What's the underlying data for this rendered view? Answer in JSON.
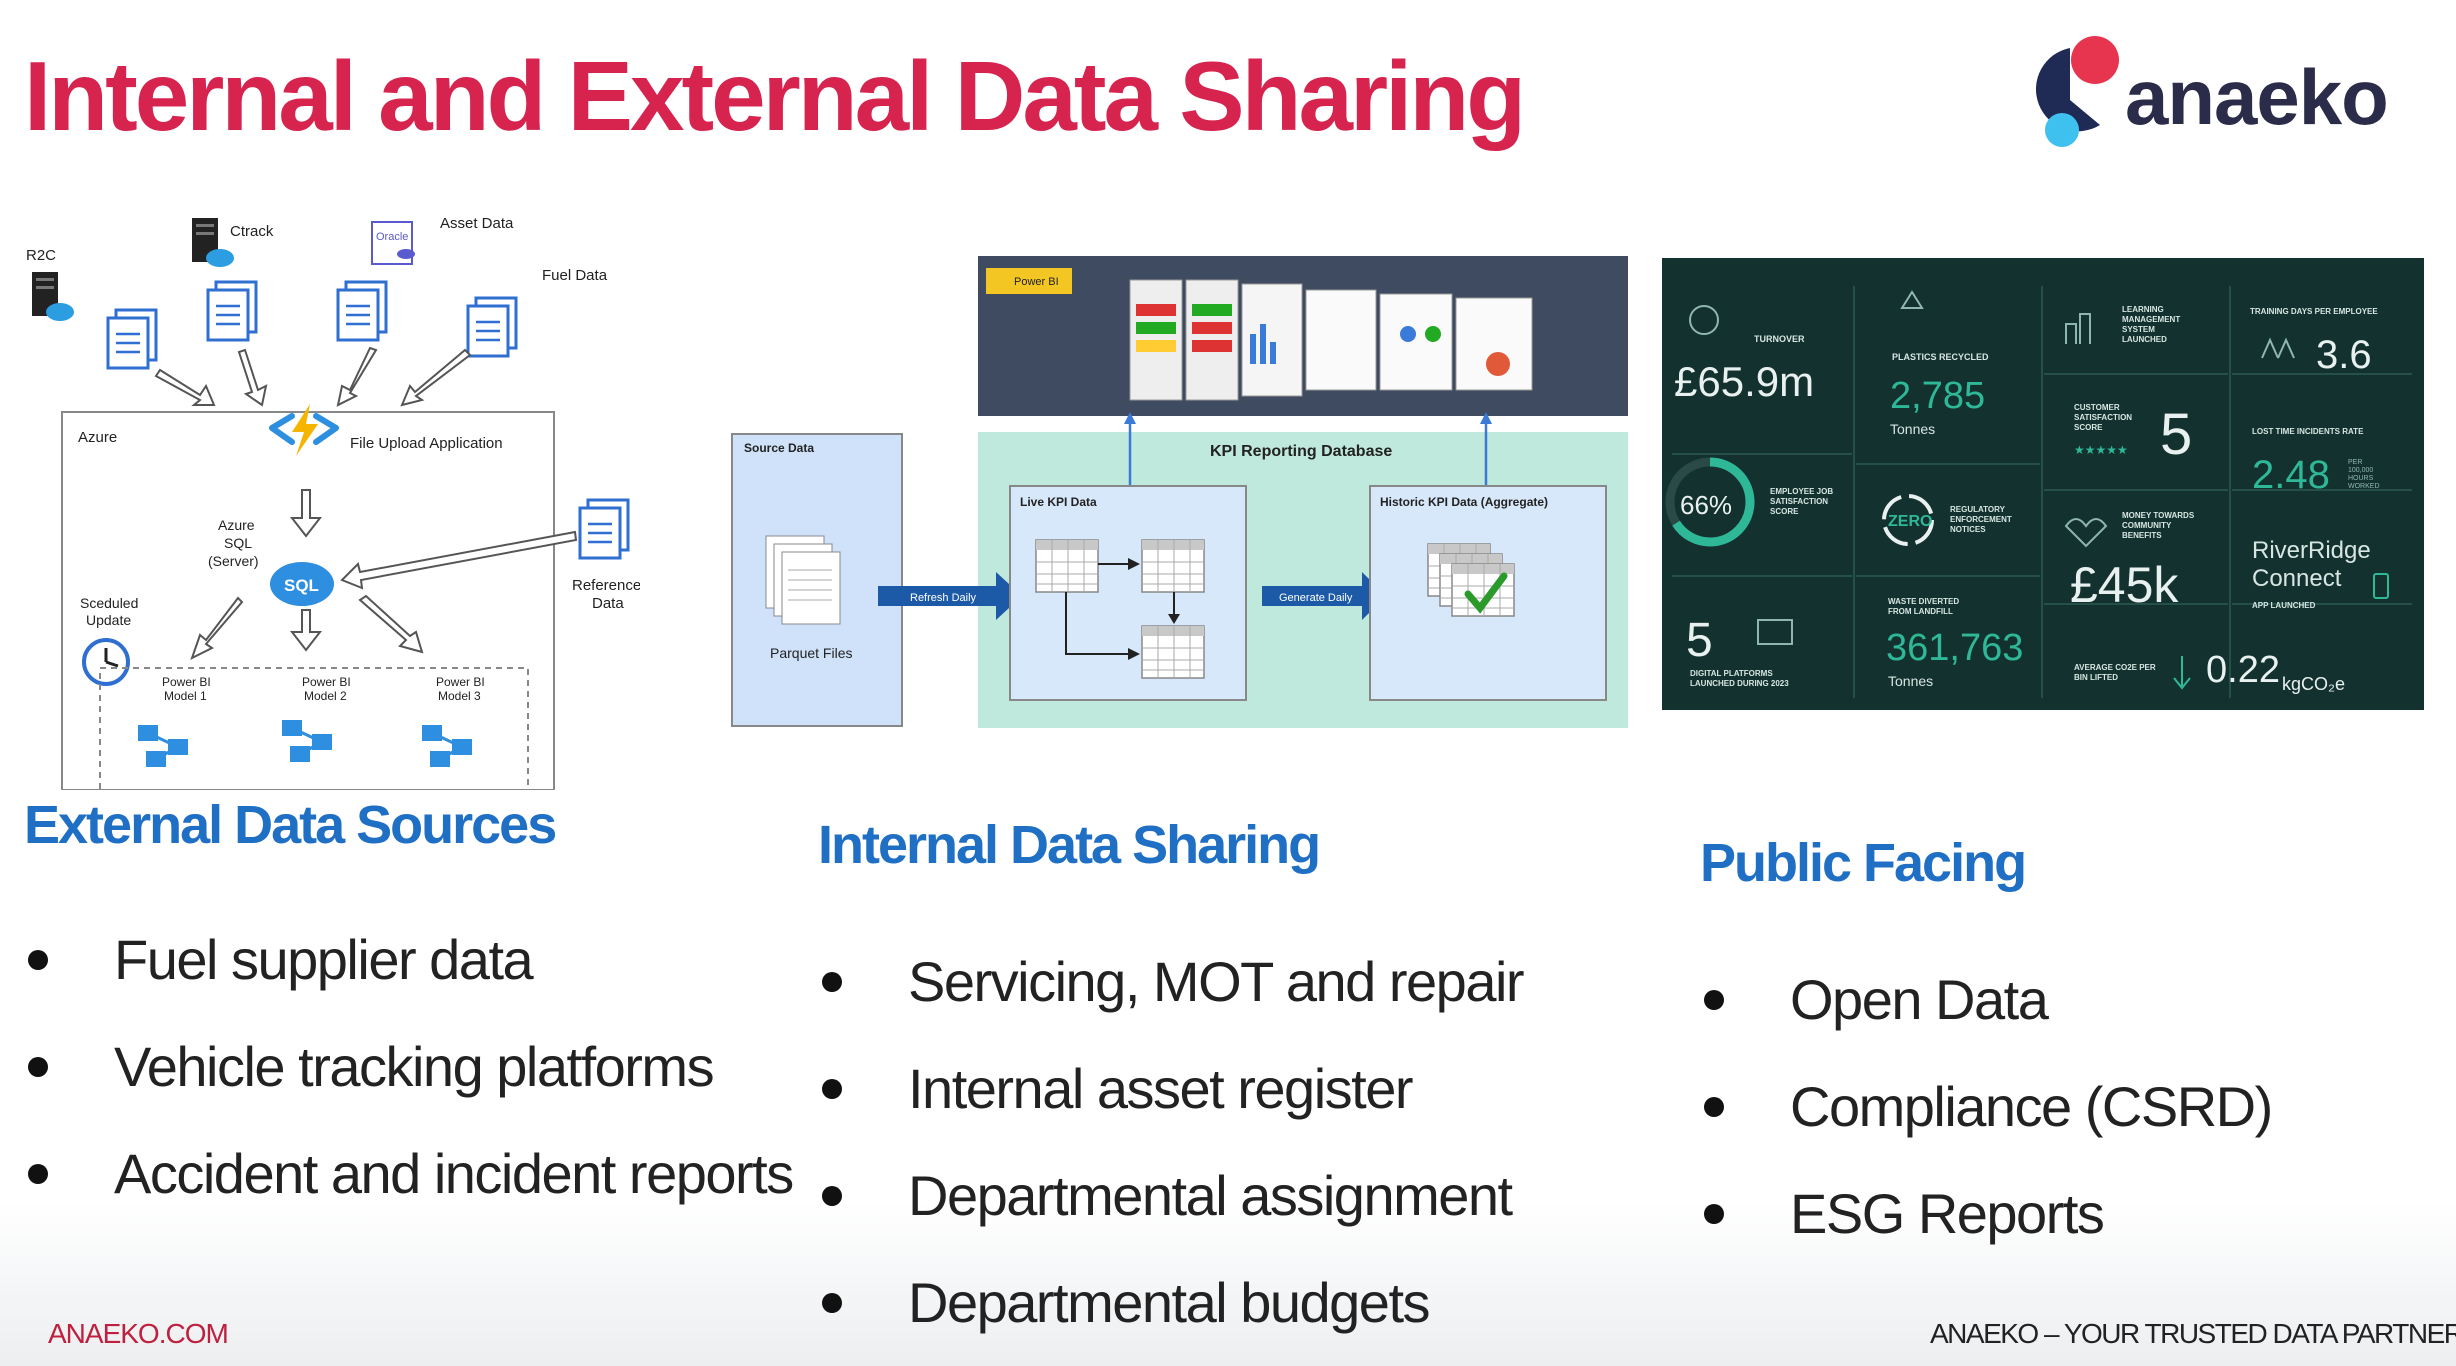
{
  "title": "Internal and External Data Sharing",
  "logo": {
    "text": "anaeko",
    "colors": {
      "red": "#e8354f",
      "navy": "#1f2a55",
      "cyan": "#3fc1f0"
    }
  },
  "diagram_left": {
    "sources": [
      "R2C",
      "Ctrack",
      "Asset Data",
      "Fuel Data"
    ],
    "oracle_label": "Oracle",
    "container_label": "Azure",
    "file_upload": "File Upload Application",
    "sql_lines": [
      "Azure",
      "SQL",
      "(Server)"
    ],
    "sql_badge": "SQL",
    "scheduled_lines": [
      "Sceduled",
      "Update"
    ],
    "reference_lines": [
      "Reference",
      "Data"
    ],
    "models": [
      [
        "Power BI",
        "Model 1"
      ],
      [
        "Power BI",
        "Model 2"
      ],
      [
        "Power BI",
        "Model 3"
      ]
    ]
  },
  "diagram_mid": {
    "powerbi_badge": "Power BI",
    "kpi_db": "KPI Reporting Database",
    "source_data": "Source Data",
    "parquet": "Parquet Files",
    "refresh": "Refresh Daily",
    "live": "Live KPI Data",
    "generate": "Generate Daily",
    "historic": "Historic KPI Data (Aggregate)"
  },
  "dashboard": {
    "turnover_label": "TURNOVER",
    "turnover_value": "£65.9m",
    "plastics_label": "PLASTICS RECYCLED",
    "plastics_value": "2,785",
    "plastics_unit": "Tonnes",
    "lms_label": [
      "LEARNING",
      "MANAGEMENT",
      "SYSTEM",
      "LAUNCHED"
    ],
    "training_label": "TRAINING DAYS PER EMPLOYEE",
    "training_value": "3.6",
    "csat_label": [
      "CUSTOMER",
      "SATISFACTION",
      "SCORE"
    ],
    "csat_value": "5",
    "lost_time_label": "LOST TIME INCIDENTS RATE",
    "lost_time_value": "2.48",
    "lost_time_unit": [
      "PER",
      "100,000",
      "HOURS",
      "WORKED"
    ],
    "job_sat_value": "66%",
    "job_sat_percent": 66,
    "job_sat_label": [
      "EMPLOYEE JOB",
      "SATISFACTION",
      "SCORE"
    ],
    "zero_label": [
      "REGULATORY",
      "ENFORCEMENT",
      "NOTICES"
    ],
    "zero_value": "ZERO",
    "community_label": [
      "MONEY TOWARDS",
      "COMMUNITY",
      "BENEFITS"
    ],
    "community_value": "£45k",
    "riverridge": [
      "RiverRidge",
      "Connect"
    ],
    "riverridge_label": "APP LAUNCHED",
    "digital_value": "5",
    "digital_label": [
      "DIGITAL PLATFORMS",
      "LAUNCHED DURING 2023"
    ],
    "waste_label": [
      "WASTE DIVERTED",
      "FROM LANDFILL"
    ],
    "waste_value": "361,763",
    "waste_unit": "Tonnes",
    "co2_label": [
      "AVERAGE CO2E PER",
      "BIN LIFTED"
    ],
    "co2_value": "0.22",
    "co2_unit": "kgCO₂e",
    "colors": {
      "bg": "#13322f",
      "accent": "#2fb898"
    }
  },
  "sections": {
    "external": {
      "heading": "External Data Sources",
      "items": [
        "Fuel supplier data",
        "Vehicle tracking platforms",
        "Accident and incident reports"
      ]
    },
    "internal": {
      "heading": "Internal Data Sharing",
      "items": [
        "Servicing, MOT and repair",
        "Internal asset register",
        "Departmental assignment",
        "Departmental budgets"
      ]
    },
    "public": {
      "heading": "Public Facing",
      "items": [
        "Open Data",
        "Compliance (CSRD)",
        "ESG Reports"
      ]
    }
  },
  "footer": {
    "left": "ANAEKO.COM",
    "right": "ANAEKO – YOUR TRUSTED DATA PARTNER"
  }
}
